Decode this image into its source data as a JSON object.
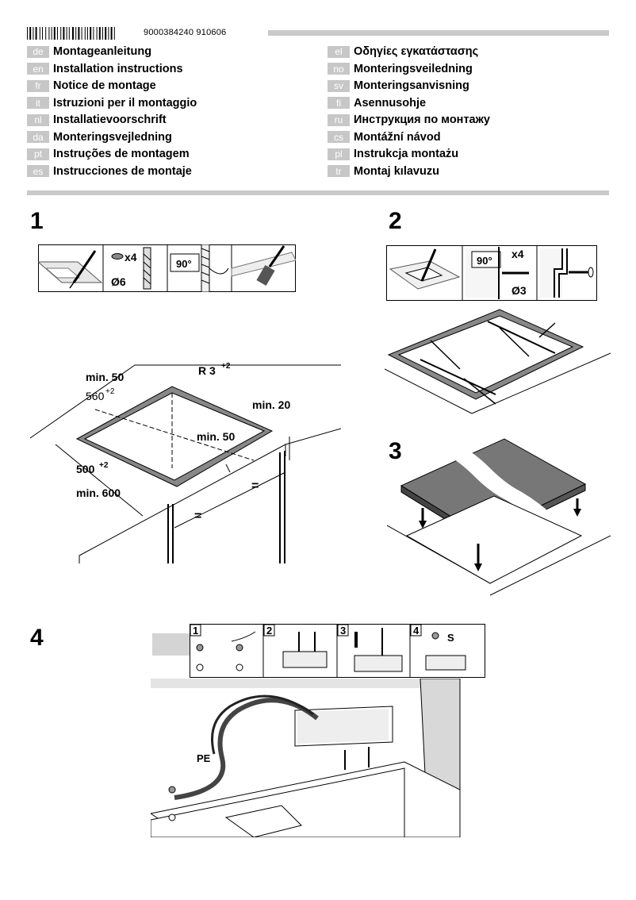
{
  "header": {
    "document_number": "9000384240 910606",
    "languages_left": [
      {
        "code": "de",
        "title": "Montageanleitung"
      },
      {
        "code": "en",
        "title": "Installation instructions"
      },
      {
        "code": "fr",
        "title": "Notice de montage"
      },
      {
        "code": "it",
        "title": "Istruzioni per il montaggio"
      },
      {
        "code": "nl",
        "title": "Installatievoorschrift"
      },
      {
        "code": "da",
        "title": "Monteringsvejledning"
      },
      {
        "code": "pt",
        "title": "Instruções de montagem"
      },
      {
        "code": "es",
        "title": "Instrucciones de montaje"
      }
    ],
    "languages_right": [
      {
        "code": "el",
        "title": "Οδηγίες εγκατάστασης"
      },
      {
        "code": "no",
        "title": "Monteringsveiledning"
      },
      {
        "code": "sv",
        "title": "Monteringsanvisning"
      },
      {
        "code": "fi",
        "title": "Asennusohje"
      },
      {
        "code": "ru",
        "title": "Инструкция по монтажу"
      },
      {
        "code": "cs",
        "title": "Montážní návod"
      },
      {
        "code": "pl",
        "title": "Instrukcja montażu"
      },
      {
        "code": "tr",
        "title": "Montaj kılavuzu"
      }
    ]
  },
  "steps": {
    "s1": {
      "number": "1",
      "tools": {
        "screws": "x4",
        "drill": "Ø6",
        "angle": "90°"
      },
      "dims": {
        "min50_top": "min. 50",
        "radius": "R 3",
        "radius_sup": "+2",
        "width560": "560",
        "width560_sup": "+2",
        "min20": "min. 20",
        "min50_mid": "min. 50",
        "depth500": "500",
        "depth500_sup": "+2",
        "min600": "min. 600",
        "equal1": "=",
        "equal2": "="
      }
    },
    "s2": {
      "number": "2",
      "tools": {
        "angle": "90°",
        "screws": "x4",
        "drill": "Ø3"
      }
    },
    "s3": {
      "number": "3"
    },
    "s4": {
      "number": "4",
      "substeps": [
        "1",
        "2",
        "3",
        "4"
      ],
      "s_label": "S",
      "pe_label": "PE"
    }
  }
}
